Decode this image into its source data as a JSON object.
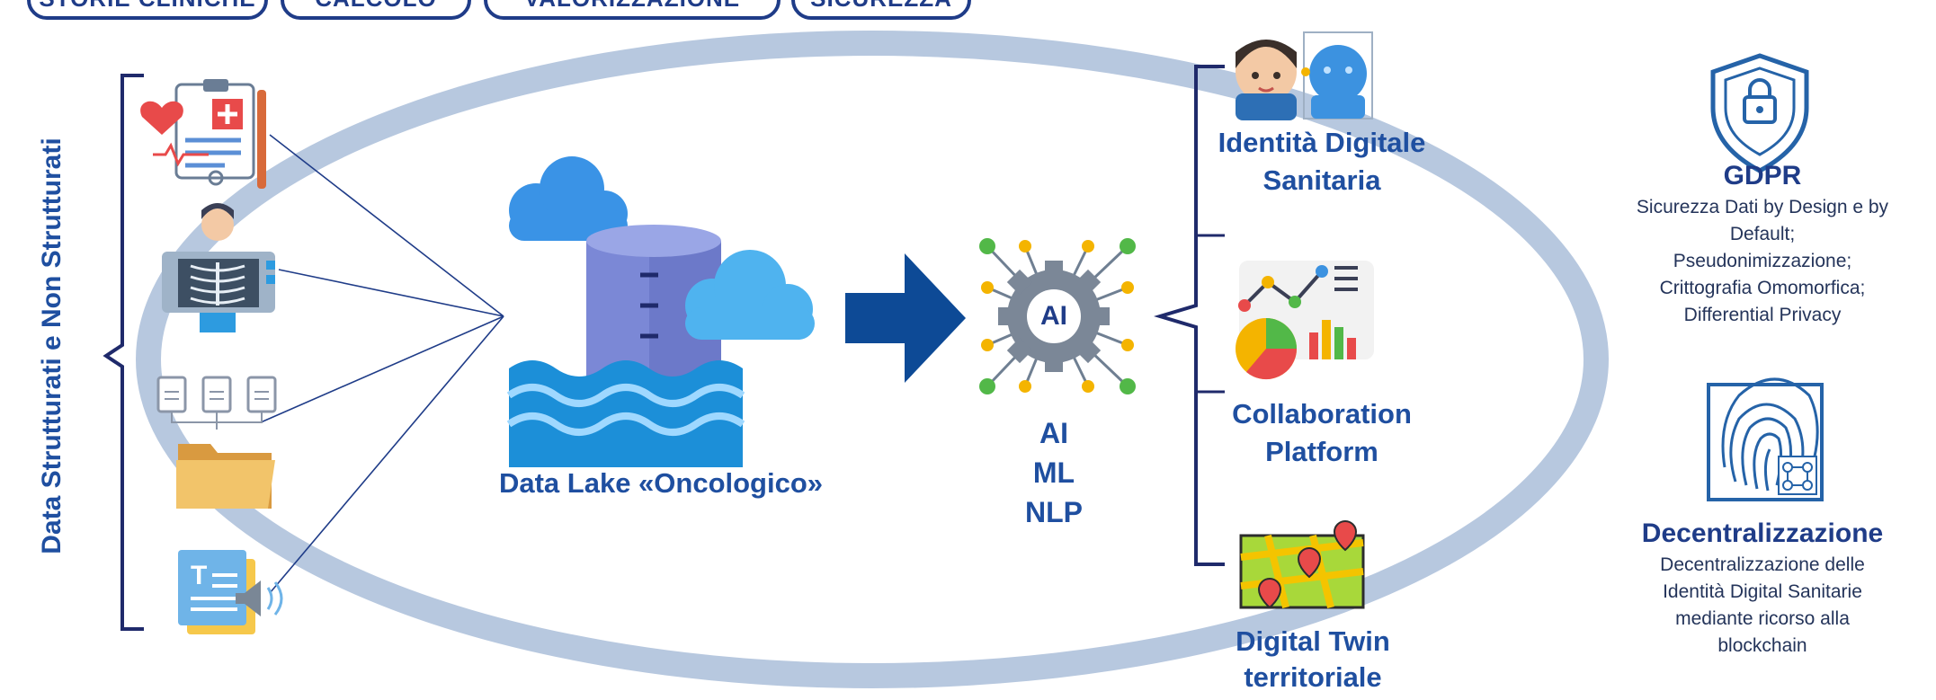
{
  "top_pills": [
    "STORIE CLINICHE",
    "CALCOLO",
    "VALORIZZAZIONE",
    "SICUREZZA"
  ],
  "left": {
    "vertical_label": "Data Strutturati e Non Strutturati",
    "icons": [
      "medical-record-icon",
      "xray-doctor-icon",
      "documents-folder-icon",
      "text-audio-icon"
    ]
  },
  "center": {
    "data_lake_label": "Data Lake «Oncologico»",
    "ai_badge": "AI",
    "ai_lines": [
      "AI",
      "ML",
      "NLP"
    ]
  },
  "outputs": [
    {
      "title_line1": "Identità Digitale",
      "title_line2": "Sanitaria",
      "icon": "digital-identity-icon"
    },
    {
      "title_line1": "Collaboration",
      "title_line2": "Platform",
      "icon": "analytics-charts-icon"
    },
    {
      "title_line1": "Digital Twin",
      "title_line2": "territoriale",
      "icon": "map-pins-icon"
    }
  ],
  "gdpr": {
    "title": "GDPR",
    "lines": [
      "Sicurezza Dati by Design e by",
      "Default;",
      "Pseudonimizzazione;",
      "Crittografia Omomorfica;",
      "Differential Privacy"
    ]
  },
  "decentral": {
    "title": "Decentralizzazione",
    "lines": [
      "Decentralizzazione delle",
      "Identità Digital Sanitarie",
      "mediante ricorso alla",
      "blockchain"
    ]
  },
  "colors": {
    "navy": "#1f3c88",
    "blue": "#1f4fa0",
    "ellipse": "#b7c8df",
    "arrow": "#0d4a96"
  }
}
